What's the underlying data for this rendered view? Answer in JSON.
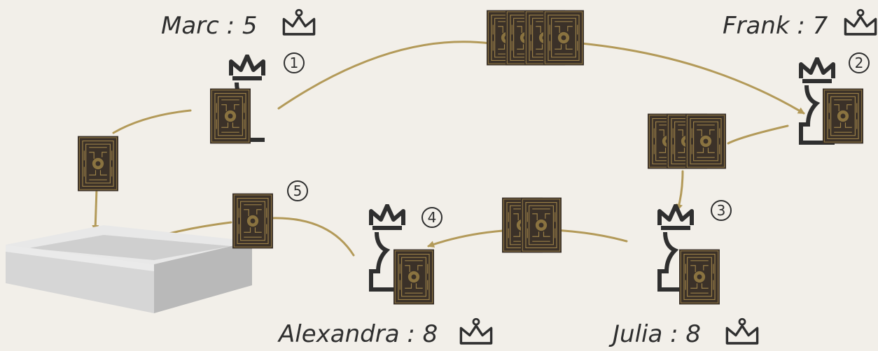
{
  "players": [
    {
      "name": "Marc",
      "score": "5",
      "label": "Marc : 5"
    },
    {
      "name": "Frank",
      "score": "7",
      "label": "Frank : 7"
    },
    {
      "name": "Julia",
      "score": "8",
      "label": "Julia : 8"
    },
    {
      "name": "Alexandra",
      "score": "8",
      "label": "Alexandra : 8"
    }
  ],
  "steps": [
    "1",
    "2",
    "3",
    "4",
    "5"
  ],
  "icons": {
    "crown": "crown-icon",
    "king": "king-pawn-icon",
    "card": "card-back-icon",
    "box": "discard-box-icon",
    "arrow": "arrow-icon"
  },
  "colors": {
    "background": "#f2efe9",
    "arrow": "#b39a59",
    "card": "#3b3128",
    "card_pattern": "#9b8048",
    "ink": "#2f2f2f"
  }
}
